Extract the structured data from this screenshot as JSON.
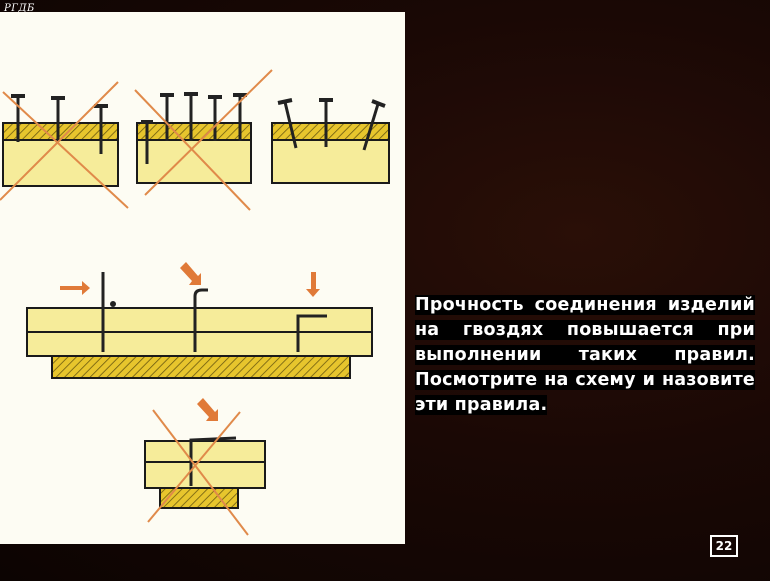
{
  "watermark": "РГДБ",
  "caption": "Прочность соединения из­делий на гвоздях повы­шается при выполнении таких правил. Посмотри­те на схему и назовите эти правила.",
  "page_number": "22",
  "colors": {
    "board": "#f6ec9a",
    "hatch": "#d9b321",
    "outline": "#1a1a1a",
    "cross": "#e08a4a",
    "arrow": "#de7a3a"
  }
}
